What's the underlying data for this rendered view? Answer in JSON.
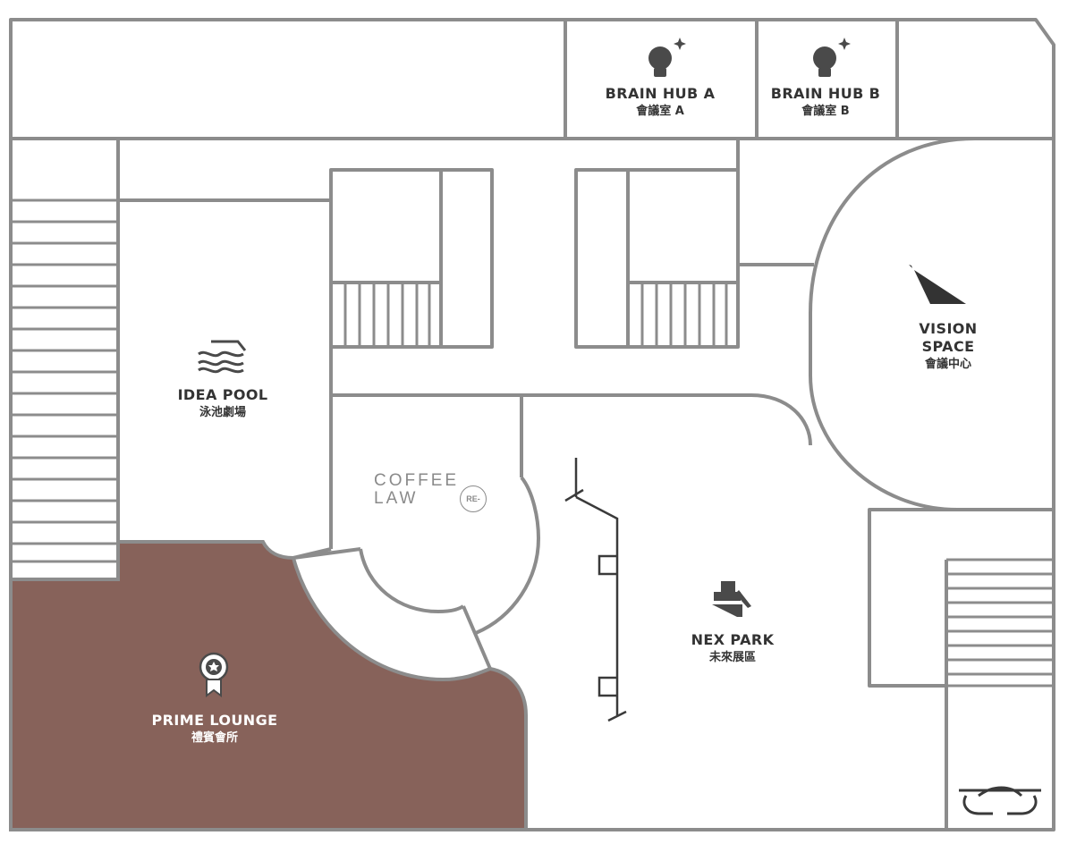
{
  "colors": {
    "wall": "#8c8c8c",
    "label": "#333333",
    "highlight": "#87625a",
    "icon": "#4a4a4a"
  },
  "rooms": {
    "brain_hub_a": {
      "en": "BRAIN HUB A",
      "zh": "會議室 A",
      "icon": "lightbulb-icon"
    },
    "brain_hub_b": {
      "en": "BRAIN HUB B",
      "zh": "會議室 B",
      "icon": "lightbulb-icon"
    },
    "vision_space": {
      "en_line1": "VISION",
      "en_line2": "SPACE",
      "zh": "會議中心",
      "icon": "paper-plane-icon"
    },
    "idea_pool": {
      "en": "IDEA POOL",
      "zh": "泳池劇場",
      "icon": "pool-waves-icon"
    },
    "coffee_law": {
      "line1": "COFFEE",
      "line2": "LAW",
      "badge": "RE-"
    },
    "nex_park": {
      "en": "NEX PARK",
      "zh": "未來展區",
      "icon": "excavator-icon"
    },
    "prime_lounge": {
      "en": "PRIME LOUNGE",
      "zh": "禮賓會所",
      "icon": "award-badge-icon",
      "highlighted": true
    }
  }
}
